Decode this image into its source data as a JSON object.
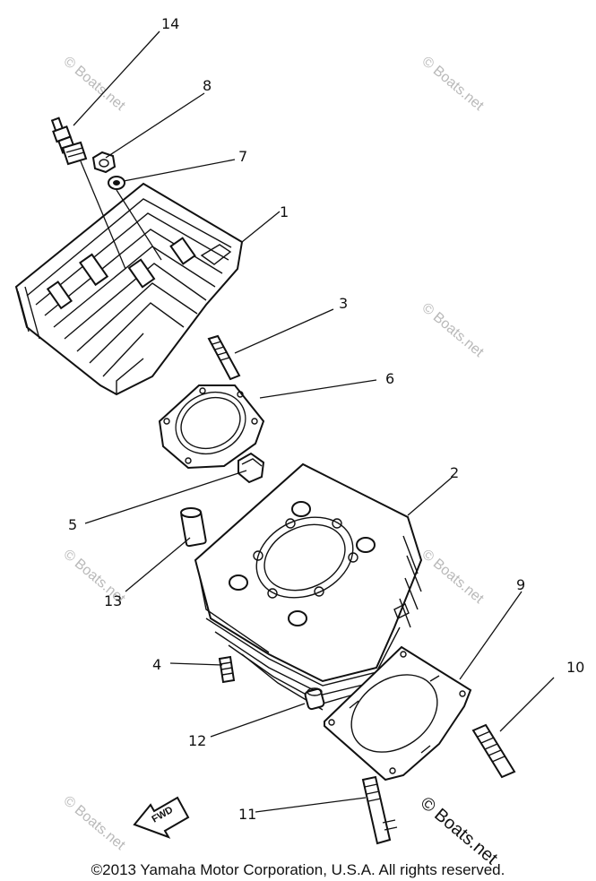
{
  "callouts": {
    "c1": "1",
    "c2": "2",
    "c3": "3",
    "c4": "4",
    "c5": "5",
    "c6": "6",
    "c7": "7",
    "c8": "8",
    "c9": "9",
    "c10": "10",
    "c11": "11",
    "c12": "12",
    "c13": "13",
    "c14": "14"
  },
  "direction_arrow": {
    "label": "FWD"
  },
  "watermark": {
    "text": "© Boats.net"
  },
  "copyright": "©2013 Yamaha Motor Corporation, U.S.A. All rights reserved."
}
